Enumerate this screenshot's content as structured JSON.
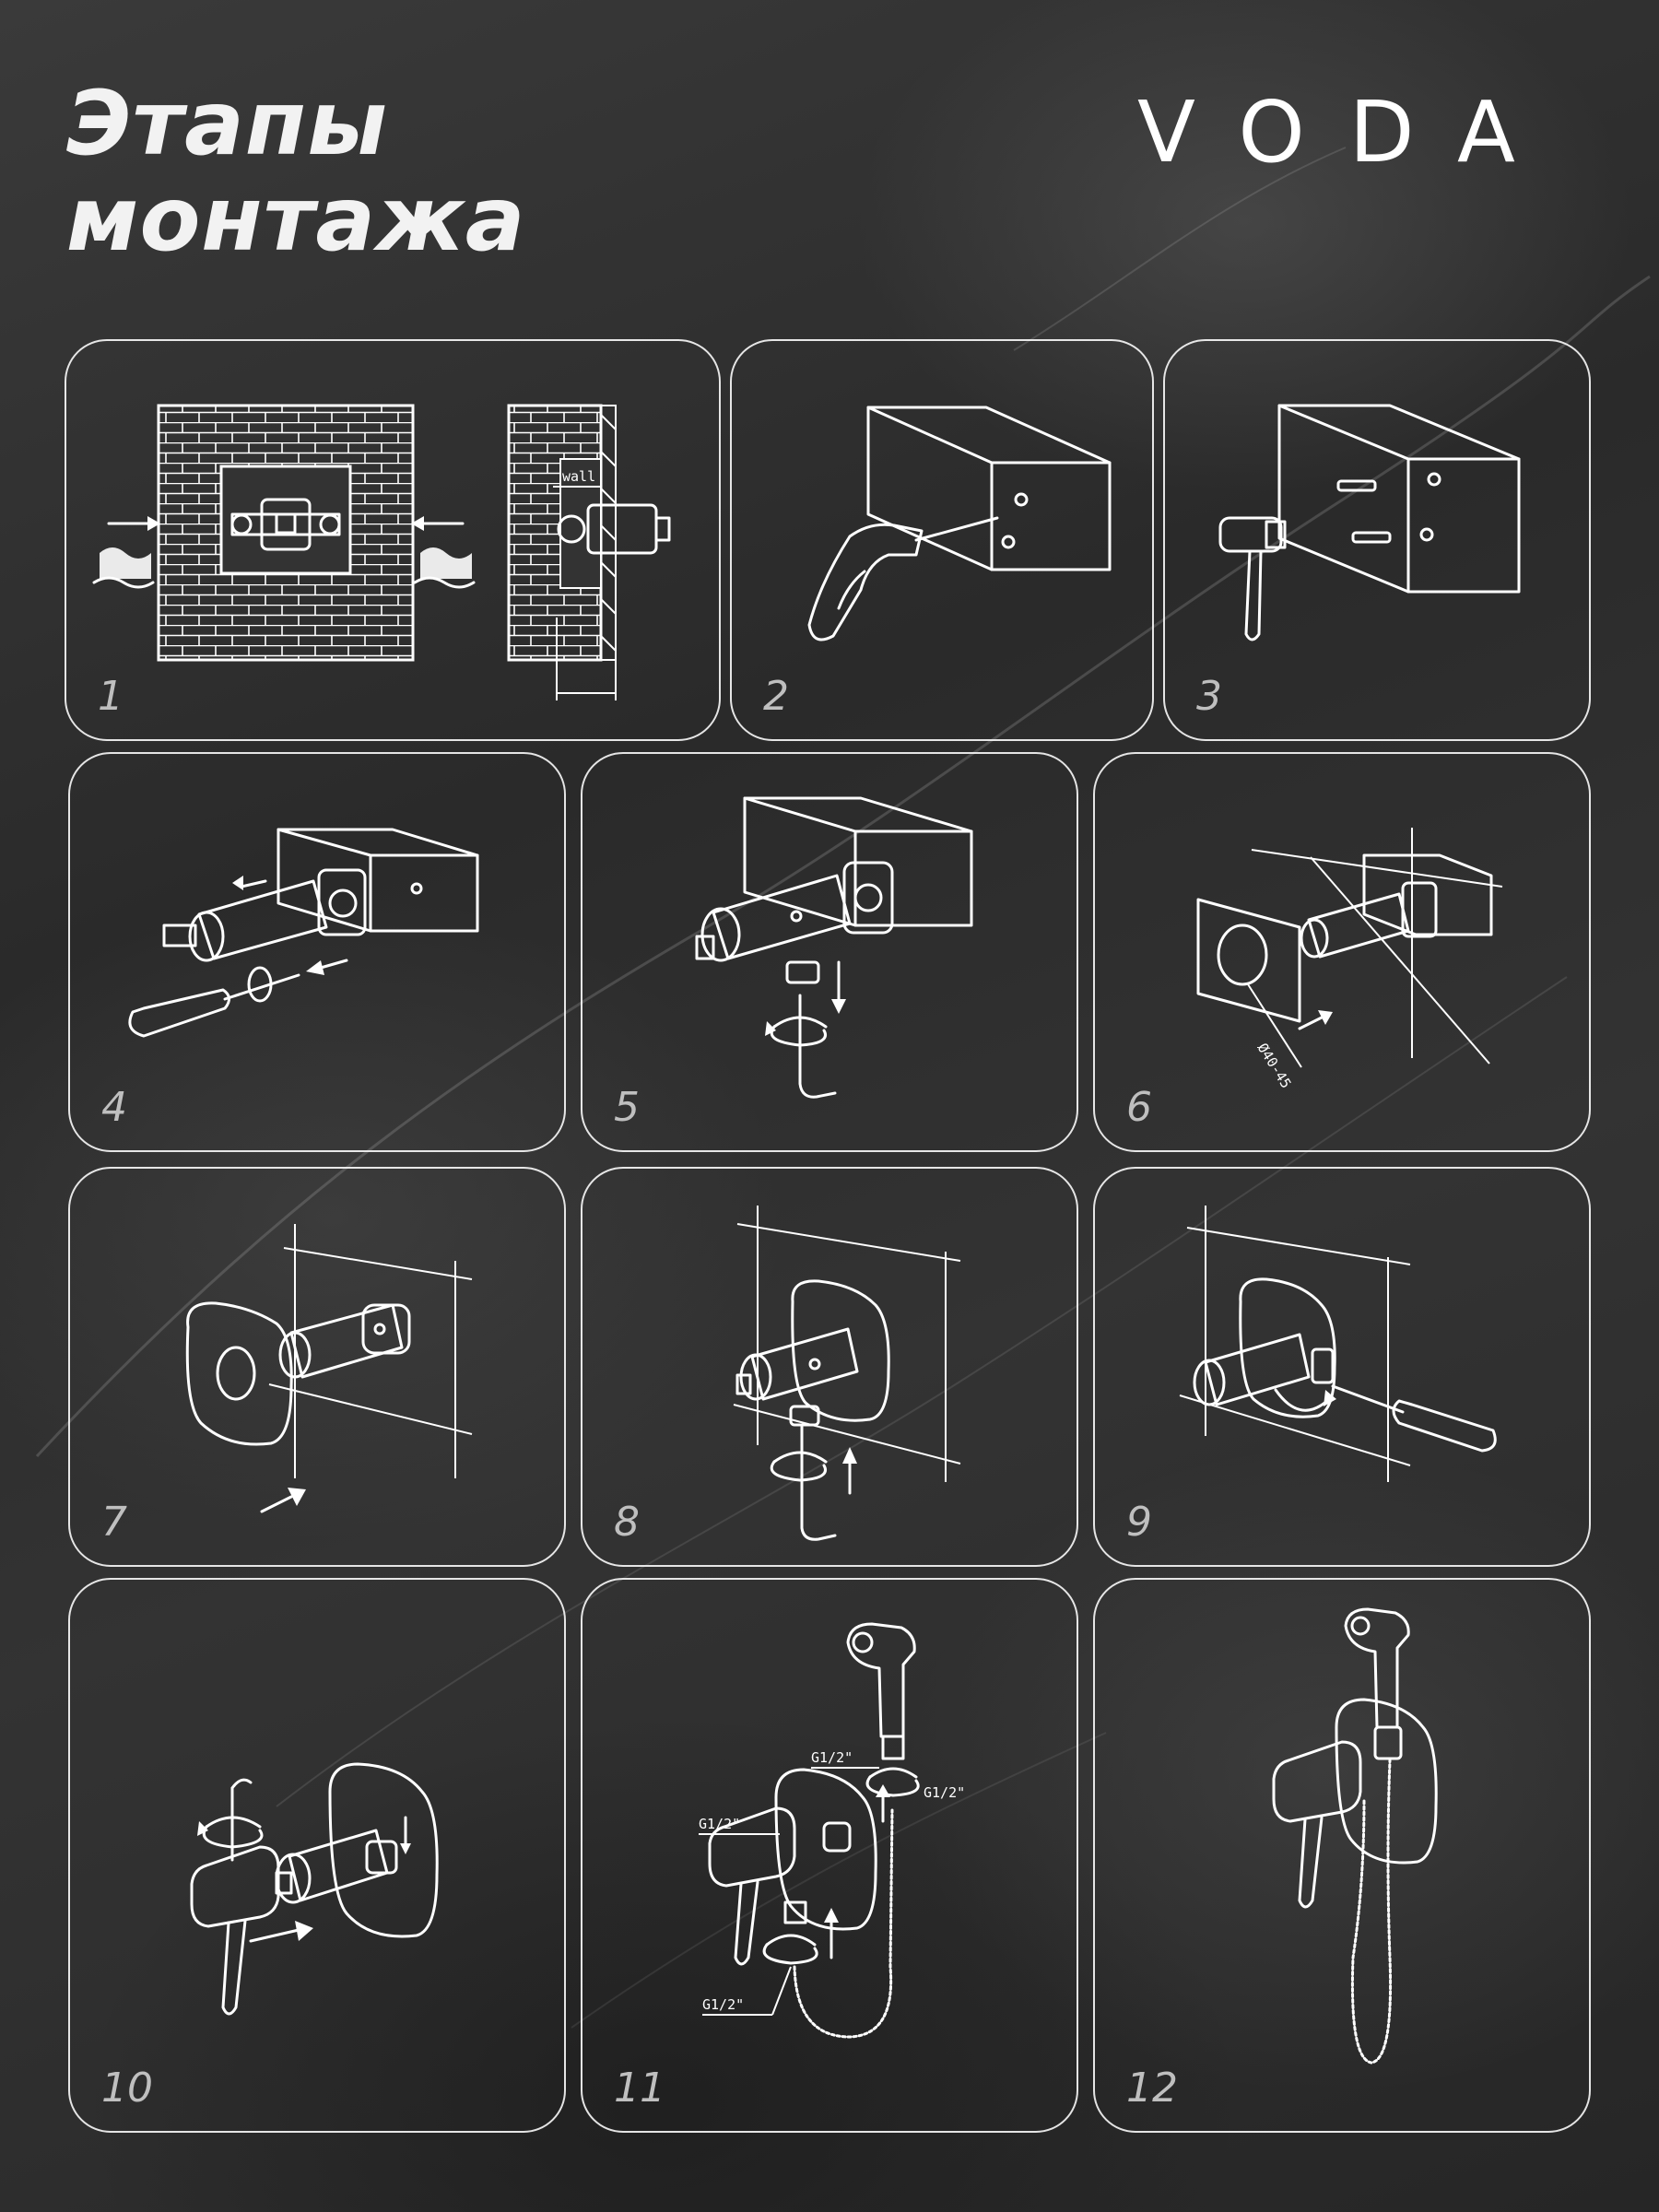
{
  "title": {
    "line1": "Этапы",
    "line2": "монтажа"
  },
  "brand": "VODA",
  "steps": [
    {
      "number": "1",
      "labels": {
        "wall": "wall"
      }
    },
    {
      "number": "2"
    },
    {
      "number": "3"
    },
    {
      "number": "4"
    },
    {
      "number": "5"
    },
    {
      "number": "6",
      "labels": {
        "diameter": "Ø40-45"
      }
    },
    {
      "number": "7"
    },
    {
      "number": "8"
    },
    {
      "number": "9"
    },
    {
      "number": "10"
    },
    {
      "number": "11",
      "labels": {
        "thread": "G1/2\""
      }
    },
    {
      "number": "12"
    }
  ]
}
